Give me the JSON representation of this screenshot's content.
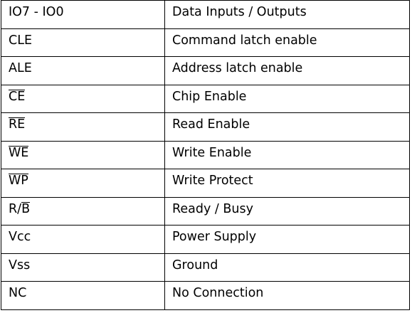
{
  "table": {
    "rows": [
      {
        "pre": "IO7 - IO0",
        "over": "",
        "post": "",
        "desc": "Data Inputs / Outputs"
      },
      {
        "pre": "CLE",
        "over": "",
        "post": "",
        "desc": "Command latch enable"
      },
      {
        "pre": "ALE",
        "over": "",
        "post": "",
        "desc": "Address latch enable"
      },
      {
        "pre": "",
        "over": "CE",
        "post": "",
        "desc": "Chip Enable"
      },
      {
        "pre": "",
        "over": "RE",
        "post": "",
        "desc": "Read Enable"
      },
      {
        "pre": "",
        "over": "WE",
        "post": "",
        "desc": "Write Enable"
      },
      {
        "pre": "",
        "over": "WP",
        "post": "",
        "desc": "Write Protect"
      },
      {
        "pre": "R/",
        "over": "B",
        "post": "",
        "desc": "Ready / Busy"
      },
      {
        "pre": "Vcc",
        "over": "",
        "post": "",
        "desc": "Power Supply"
      },
      {
        "pre": "Vss",
        "over": "",
        "post": "",
        "desc": "Ground"
      },
      {
        "pre": "NC",
        "over": "",
        "post": "",
        "desc": "No Connection"
      }
    ]
  }
}
